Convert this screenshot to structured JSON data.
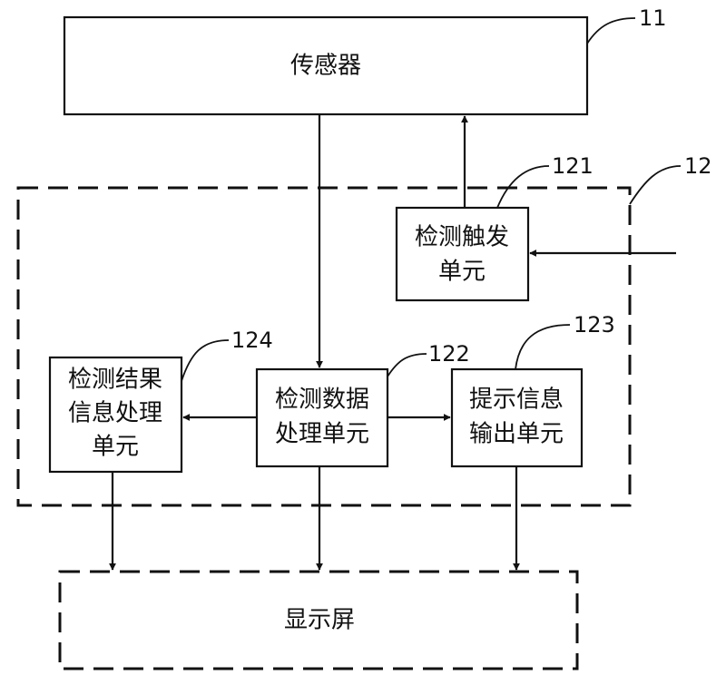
{
  "sensor": {
    "ref": "11",
    "label": "传感器"
  },
  "module": {
    "ref": "12"
  },
  "trigger_unit": {
    "ref": "121",
    "line1": "检测触发",
    "line2": "单元"
  },
  "data_processing_unit": {
    "ref": "122",
    "line1": "检测数据",
    "line2": "处理单元"
  },
  "prompt_output_unit": {
    "ref": "123",
    "line1": "提示信息",
    "line2": "输出单元"
  },
  "result_processing_unit": {
    "ref": "124",
    "line1": "检测结果",
    "line2": "信息处理",
    "line3": "单元"
  },
  "display": {
    "label": "显示屏"
  }
}
